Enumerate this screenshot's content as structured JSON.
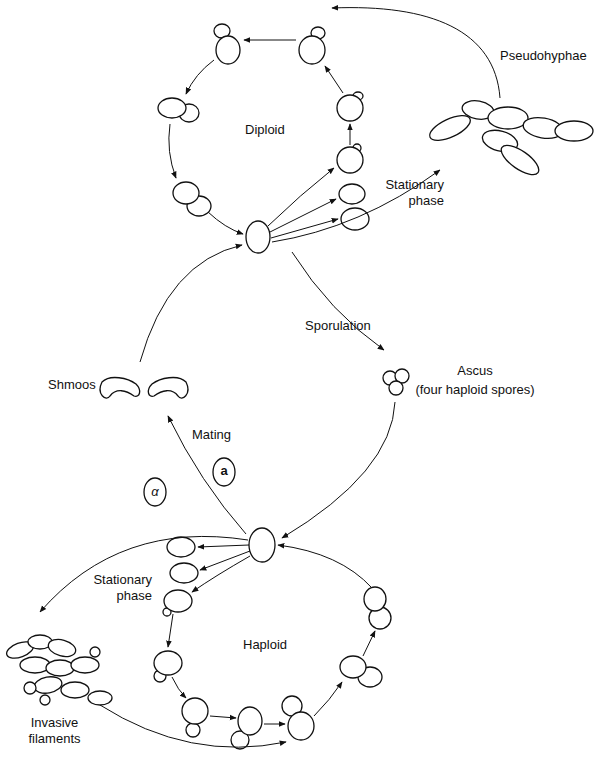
{
  "diagram": {
    "nodes": [
      {
        "text": [
          "Pseudohyphae"
        ]
      },
      {
        "text": [
          "Ascus",
          "(four haploid spores)"
        ]
      },
      {
        "text": [
          "Shmoos"
        ]
      },
      {
        "text": [
          "α"
        ]
      },
      {
        "text": [
          "a"
        ]
      },
      {
        "text": [
          "Invasive filaments"
        ]
      }
    ],
    "labels": [
      "Diploid",
      "Stationary phase",
      "Sporulation",
      "Mating",
      "Stationary phase",
      "Haploid"
    ]
  }
}
